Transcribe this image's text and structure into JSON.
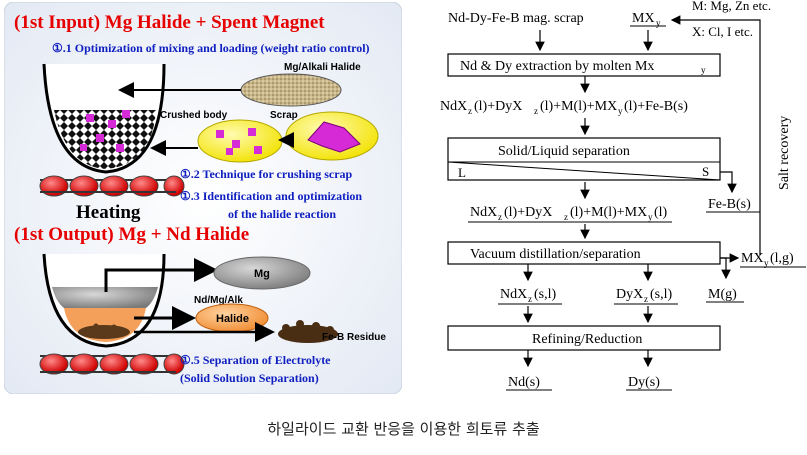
{
  "left": {
    "input_title": "(1st Input) Mg Halide + Spent Magnet",
    "step_1_1": "①.1 Optimization of mixing and loading (weight ratio control)",
    "mg_alkali_halide": "Mg/Alkali Halide",
    "crushed_body": "Crushed body",
    "scrap": "Scrap",
    "step_1_2": "①.2 Technique for crushing scrap",
    "step_1_3_line1": "①.3 Identification and optimization",
    "step_1_3_line2": "of the halide reaction",
    "heating": "Heating",
    "output_title": "(1st Output) Mg  + Nd Halide",
    "mg": "Mg",
    "nd_mg_alk_line1": "Nd/Mg/Alk",
    "nd_mg_alk_line2": "Halide",
    "fe_b_residue": "Fe-B Residue",
    "step_1_5_line1": "①.5 Separation of Electrolyte",
    "step_1_5_line2": "(Solid Solution Separation)"
  },
  "flow": {
    "scrap": "Nd-Dy-Fe-B mag. scrap",
    "mxy_top": "MX",
    "mxy_top_sub": "y",
    "legend_line1": "M: Mg, Zn etc.",
    "legend_line2": "X: Cl, I etc.",
    "extraction_box": "Nd & Dy extraction by molten Mx",
    "extraction_sub": "y",
    "reaction_1": "NdX",
    "reaction_1_rest": "(l)+DyX",
    "reaction_1_rest2": "(l)+M(l)+MX",
    "reaction_1_rest3": "(l)+Fe-B(s)",
    "sub_z": "z",
    "sub_y": "y",
    "separation_box": "Solid/Liquid separation",
    "sep_L": "L",
    "sep_S": "S",
    "feb_s": "Fe-B(s)",
    "reaction_2_a": "NdX",
    "reaction_2_b": "(l)+DyX",
    "reaction_2_c": "(l)+M(l)+MX",
    "reaction_2_d": "(l)",
    "vacuum_box": "Vacuum distillation/separation",
    "mxy_lg": "MX",
    "mxy_lg_rest": "(l,g)",
    "ndxz": "NdX",
    "ndxz_rest": "(s,l)",
    "dyxz": "DyX",
    "dyxz_rest": "(s,l)",
    "mg_out": "M(g)",
    "refining_box": "Refining/Reduction",
    "nd_s": "Nd(s)",
    "dy_s": "Dy(s)",
    "salt_recovery": "Salt recovery"
  },
  "caption": "하일라이드 교환 반응을 이용한 희토류 추출"
}
